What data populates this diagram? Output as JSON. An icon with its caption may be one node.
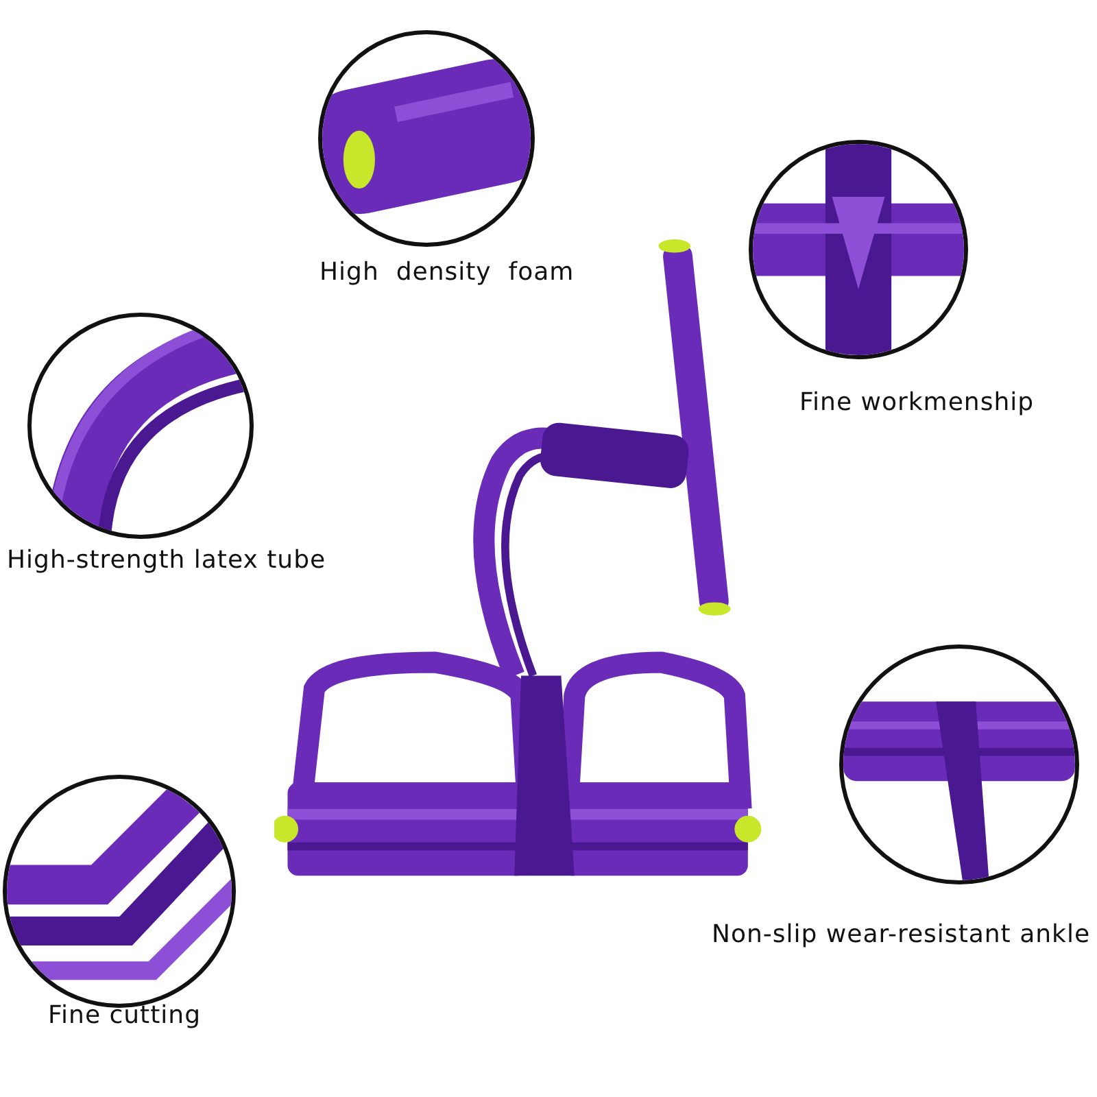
{
  "diagram": {
    "nodes": [
      {
        "text": [],
        "shape": "picture",
        "beside": [
          "High  density  foam"
        ]
      },
      {
        "text": [],
        "shape": "picture",
        "beside": [
          "Fine workmenship"
        ]
      },
      {
        "text": [],
        "shape": "picture",
        "beside": [
          "High-strength latex tube"
        ]
      },
      {
        "text": [],
        "shape": "picture"
      },
      {
        "text": [],
        "shape": "picture",
        "beside": [
          "Non-slip wear-resistant ankle"
        ]
      },
      {
        "text": [],
        "shape": "picture",
        "beside": [
          "Fine cutting"
        ]
      }
    ]
  }
}
